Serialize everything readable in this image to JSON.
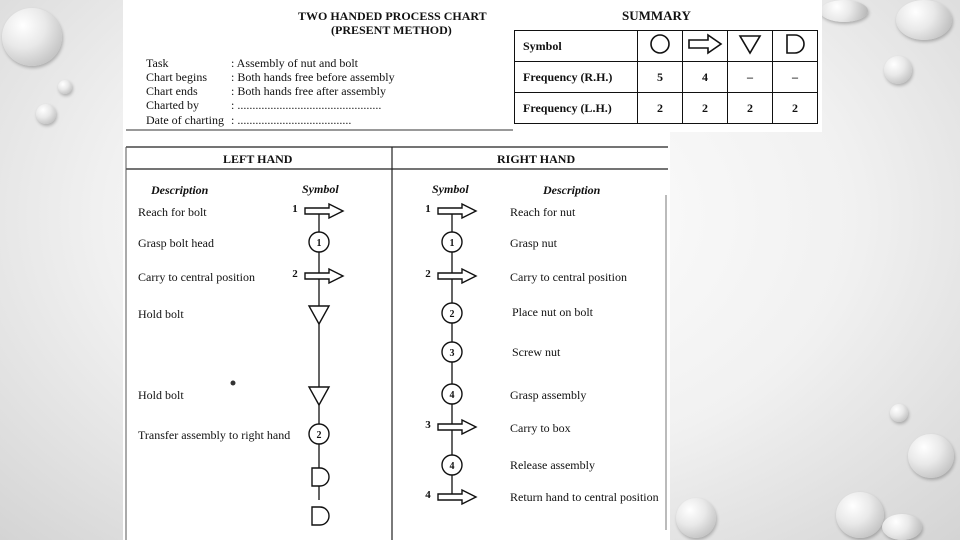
{
  "chart": {
    "title": "TWO HANDED PROCESS CHART",
    "subtitle": "(PRESENT METHOD)",
    "info": [
      {
        "label": "Task",
        "value": ": Assembly of nut and bolt"
      },
      {
        "label": "Chart begins",
        "value": ": Both hands free before assembly"
      },
      {
        "label": "Chart ends",
        "value": ": Both hands free after assembly"
      },
      {
        "label": "Charted by",
        "value": ": ................................................"
      },
      {
        "label": "Date of charting",
        "value": ": ......................................"
      }
    ]
  },
  "summary": {
    "title": "SUMMARY",
    "symbol_label": "Symbol",
    "symbols": [
      "operation-circle-icon",
      "transport-arrow-icon",
      "storage-triangle-icon",
      "delay-d-icon"
    ],
    "rows": [
      {
        "label": "Frequency (R.H.)",
        "values": [
          "5",
          "4",
          "–",
          "–"
        ]
      },
      {
        "label": "Frequency (L.H.)",
        "values": [
          "2",
          "2",
          "2",
          "2"
        ]
      }
    ]
  },
  "left_hand": {
    "header": "LEFT HAND",
    "col_description": "Description",
    "col_symbol": "Symbol",
    "steps": [
      {
        "desc": "Reach for bolt",
        "symbol": "arrow",
        "num": "1"
      },
      {
        "desc": "Grasp bolt head",
        "symbol": "circle",
        "num": "1"
      },
      {
        "desc": "Carry to central position",
        "symbol": "arrow",
        "num": "2"
      },
      {
        "desc": "Hold bolt",
        "symbol": "triangle",
        "num": ""
      },
      {
        "desc": "Hold bolt",
        "symbol": "triangle",
        "num": ""
      },
      {
        "desc": "Transfer assembly to right hand",
        "symbol": "circle",
        "num": "2"
      },
      {
        "desc": "",
        "symbol": "delay",
        "num": ""
      },
      {
        "desc": "",
        "symbol": "delay",
        "num": ""
      }
    ]
  },
  "right_hand": {
    "header": "RIGHT HAND",
    "col_symbol": "Symbol",
    "col_description": "Description",
    "steps": [
      {
        "desc": "Reach for nut",
        "symbol": "arrow",
        "num": "1"
      },
      {
        "desc": "Grasp nut",
        "symbol": "circle",
        "num": "1"
      },
      {
        "desc": "Carry to central position",
        "symbol": "arrow",
        "num": "2"
      },
      {
        "desc": "Place nut on bolt",
        "symbol": "circle",
        "num": "2"
      },
      {
        "desc": "Screw nut",
        "symbol": "circle",
        "num": "3"
      },
      {
        "desc": "Grasp assembly",
        "symbol": "circle",
        "num": "4"
      },
      {
        "desc": "Carry to box",
        "symbol": "arrow",
        "num": "3"
      },
      {
        "desc": "Release assembly",
        "symbol": "circle",
        "num": "4"
      },
      {
        "desc": "Return hand to central position",
        "symbol": "arrow",
        "num": "4"
      }
    ]
  }
}
